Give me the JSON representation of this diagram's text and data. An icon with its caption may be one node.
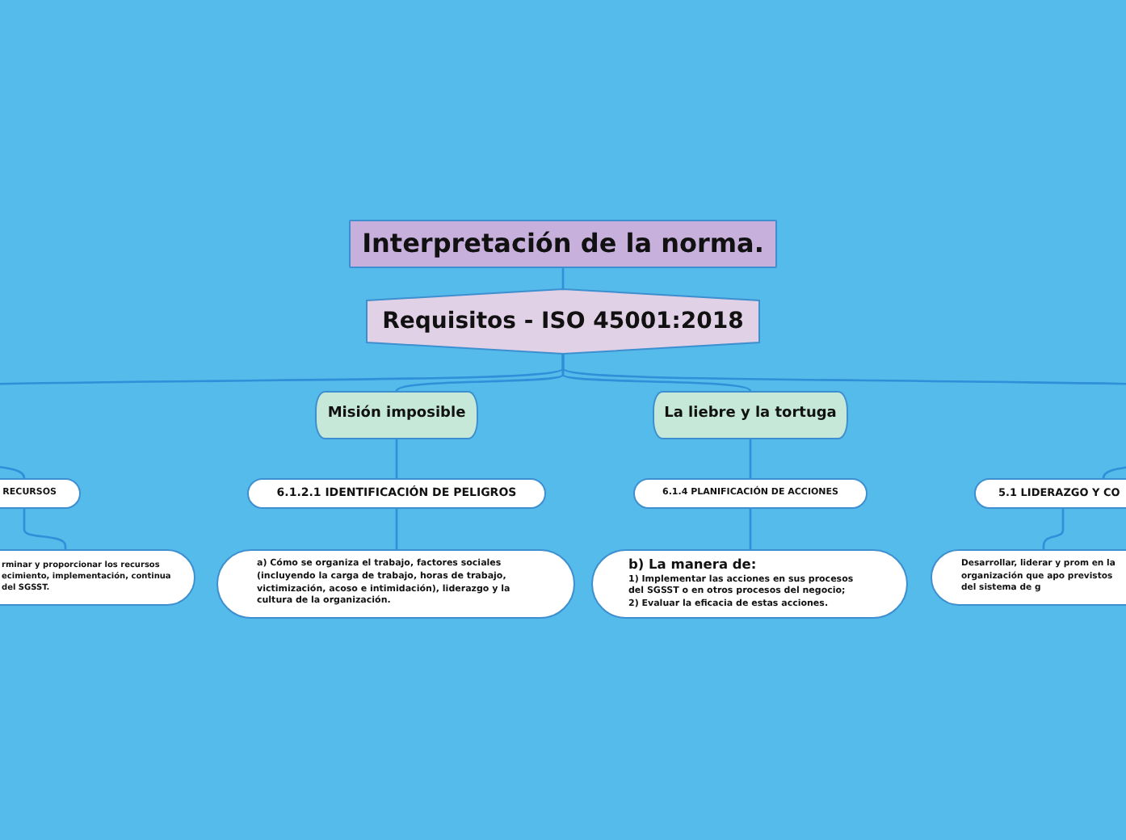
{
  "diagram": {
    "nodes": [
      {
        "text": [
          "Interpretación de la norma."
        ]
      },
      {
        "text": [
          "Requisitos - ISO 45001:2018"
        ]
      },
      {
        "text": [
          "Misión imposible"
        ]
      },
      {
        "text": [
          "La liebre y la tortuga"
        ]
      },
      {
        "text": [
          "RECURSOS"
        ]
      },
      {
        "text": [
          "6.1.2.1 IDENTIFICACIÓN DE PELIGROS"
        ]
      },
      {
        "text": [
          "6.1.4 PLANIFICACIÓN DE ACCIONES"
        ]
      },
      {
        "text": [
          "5.1 LIDERAZGO Y CO"
        ]
      },
      {
        "text": [
          "rminar y proporcionar los recursos ecimiento, implementación, continua del SGSST."
        ]
      },
      {
        "text": [
          "a) Cómo se organiza el trabajo, factores sociales (incluyendo la carga de trabajo, horas de trabajo, victimización, acoso e intimidación), liderazgo y la cultura de la organización."
        ]
      },
      {
        "text": [
          "b) La manera de:",
          "1) Implementar las acciones en sus procesos del SGSST o en otros procesos del negocio;",
          "2) Evaluar la eficacia de estas acciones."
        ]
      },
      {
        "text": [
          "Desarrollar, liderar y prom en la organización que apo previstos del sistema de g"
        ]
      }
    ],
    "edges": [
      {
        "from": 0,
        "to": 1,
        "arrow": "none"
      },
      {
        "from": 1,
        "to": 2,
        "arrow": "none"
      },
      {
        "from": 1,
        "to": 3,
        "arrow": "none"
      },
      {
        "from": 1,
        "to": 4,
        "arrow": "none"
      },
      {
        "from": 1,
        "to": 7,
        "arrow": "none"
      },
      {
        "from": 2,
        "to": 5,
        "arrow": "none"
      },
      {
        "from": 3,
        "to": 6,
        "arrow": "none"
      },
      {
        "from": 4,
        "to": 8,
        "arrow": "none"
      },
      {
        "from": 5,
        "to": 9,
        "arrow": "none"
      },
      {
        "from": 6,
        "to": 10,
        "arrow": "none"
      },
      {
        "from": 7,
        "to": 11,
        "arrow": "none"
      }
    ]
  }
}
